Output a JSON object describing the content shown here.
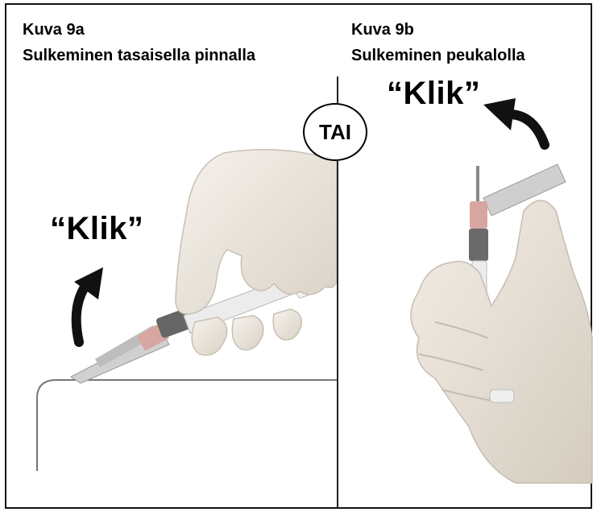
{
  "panel_a": {
    "caption": "Kuva  9a",
    "subtitle": "Sulkeminen tasaisella pinnalla",
    "sound": "“Klik”"
  },
  "panel_b": {
    "caption": "Kuva 9b",
    "subtitle": "Sulkeminen peukalolla",
    "sound": "“Klik”"
  },
  "separator_label": "TAI",
  "colors": {
    "glove": "#ece6dd",
    "glove_shadow": "#cfc7bb",
    "syringe_body": "#e8e8e8",
    "needle_cap": "#c8c8c8",
    "hub": "#d8a0a0",
    "stopper": "#555555",
    "arrow": "#111111"
  }
}
